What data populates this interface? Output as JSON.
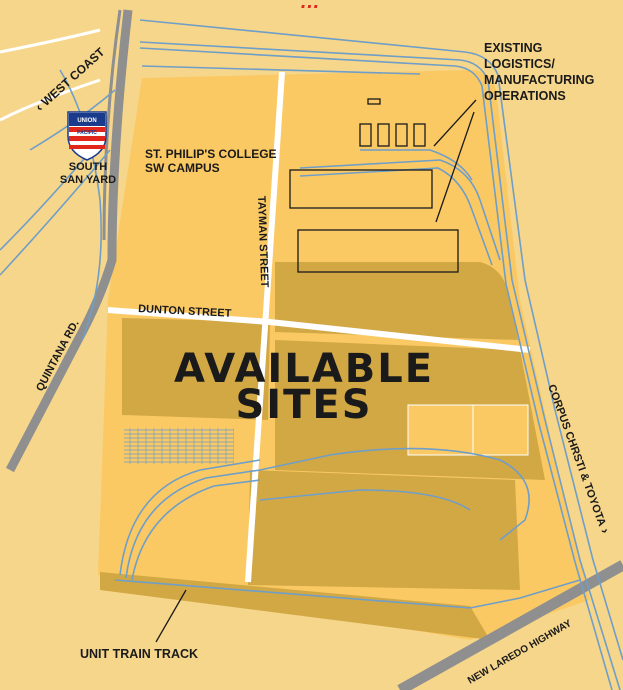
{
  "map": {
    "header_partial": "…",
    "labels": {
      "west_coast": "WEST COAST",
      "south_san_yard_line1": "SOUTH",
      "south_san_yard_line2": "SAN YARD",
      "college_line1": "ST. PHILIP'S COLLEGE",
      "college_line2": "SW CAMPUS",
      "tayman_street": "TAYMAN STREET",
      "dunton_street": "DUNTON STREET",
      "quintana_rd": "QUINTANA RD.",
      "existing_line1": "EXISTING",
      "existing_line2": "LOGISTICS/",
      "existing_line3": "MANUFACTURING",
      "existing_line4": "OPERATIONS",
      "available_line1": "AVAILABLE",
      "available_line2": "SITES",
      "corpus_christi": "CORPUS CHRSTI & TOYOTA",
      "unit_train_track": "UNIT TRAIN TRACK",
      "new_laredo_highway": "NEW LAREDO HIGHWAY"
    },
    "shield": {
      "line1": "UNION",
      "line2": "PACIFIC"
    },
    "colors": {
      "background": "#f6d68a",
      "site": "#fac964",
      "available": "#d2a845",
      "road": "#ffffff",
      "highway": "#8f8f8f",
      "rail": "#6f9ec8",
      "text": "#1a1a1a",
      "accent": "#e1261c"
    }
  }
}
